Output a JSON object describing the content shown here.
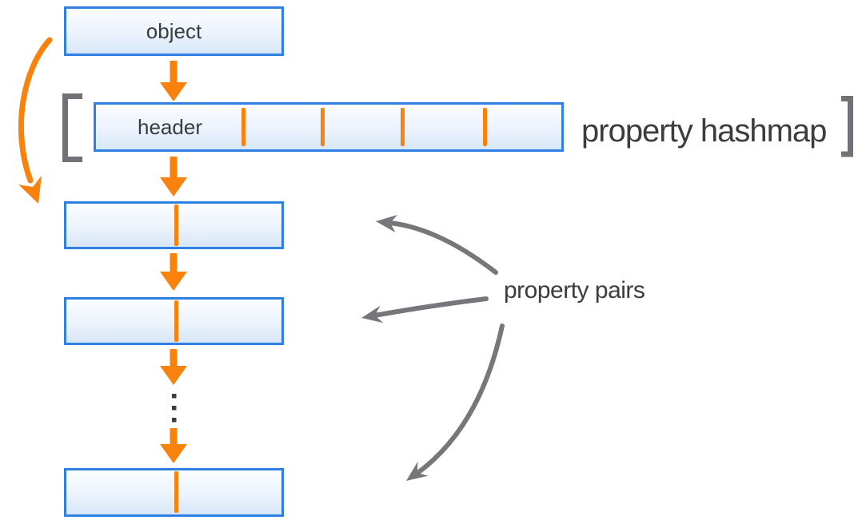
{
  "diagram": {
    "boxes": {
      "object": {
        "label": "object"
      },
      "header": {
        "label": "header",
        "slot_count": 5
      },
      "property_pairs_visible": 3
    },
    "annotations": {
      "hashmap_label": "property hashmap",
      "pairs_label": "property pairs"
    },
    "icons": [
      "down-arrow-icon",
      "curved-arrow-icon",
      "left-bracket-icon",
      "right-bracket-icon",
      "vertical-ellipsis-icon"
    ],
    "colors": {
      "box_border_blue": "#2f80e4",
      "box_fill_top": "#fcfdff",
      "box_fill_bottom": "#d8e7f9",
      "accent_orange": "#f8820c",
      "arrow_gray": "#76777a",
      "bracket_gray": "#717275",
      "text_dark": "#3b3c3e"
    }
  }
}
